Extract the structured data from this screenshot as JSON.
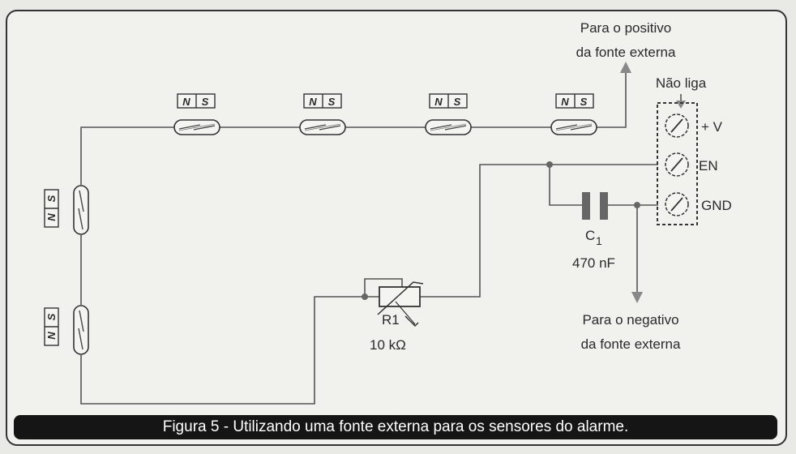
{
  "diagram": {
    "reed_label_n": "N",
    "reed_label_s": "S",
    "positive_line1": "Para o positivo",
    "positive_line2": "da fonte externa",
    "not_connected": "Não liga",
    "term_v": "+ V",
    "term_en": "EN",
    "term_gnd": "GND",
    "cap_name": "C",
    "cap_sub": "1",
    "cap_value": "470 nF",
    "res_name": "R1",
    "res_value": "10 kΩ",
    "negative_line1": "Para o negativo",
    "negative_line2": "da fonte externa"
  },
  "caption": "Figura 5 - Utilizando uma fonte externa para os sensores do alarme."
}
